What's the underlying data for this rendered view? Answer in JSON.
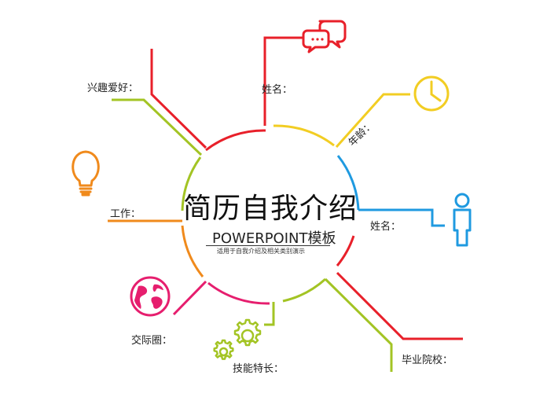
{
  "center": {
    "title": "简历自我介绍",
    "subtitle": "POWERPOINT模板",
    "caption": "适用于自我介绍及相关类别演示"
  },
  "labels": {
    "hobby": "兴趣爱好：",
    "name_top": "姓名：",
    "age": "年龄：",
    "name_right": "姓名：",
    "work": "工作：",
    "social": "交际圈：",
    "skills": "技能特长：",
    "school": "毕业院校："
  },
  "colors": {
    "red": "#e8202a",
    "yellow": "#f2cd23",
    "lime": "#a3c424",
    "blue": "#1f9ae0",
    "orange": "#f08a1c",
    "pink": "#e61e6e"
  },
  "icons": [
    "chat-bubbles-icon",
    "clock-icon",
    "person-icon",
    "lightbulb-icon",
    "globe-icon",
    "gears-icon"
  ]
}
